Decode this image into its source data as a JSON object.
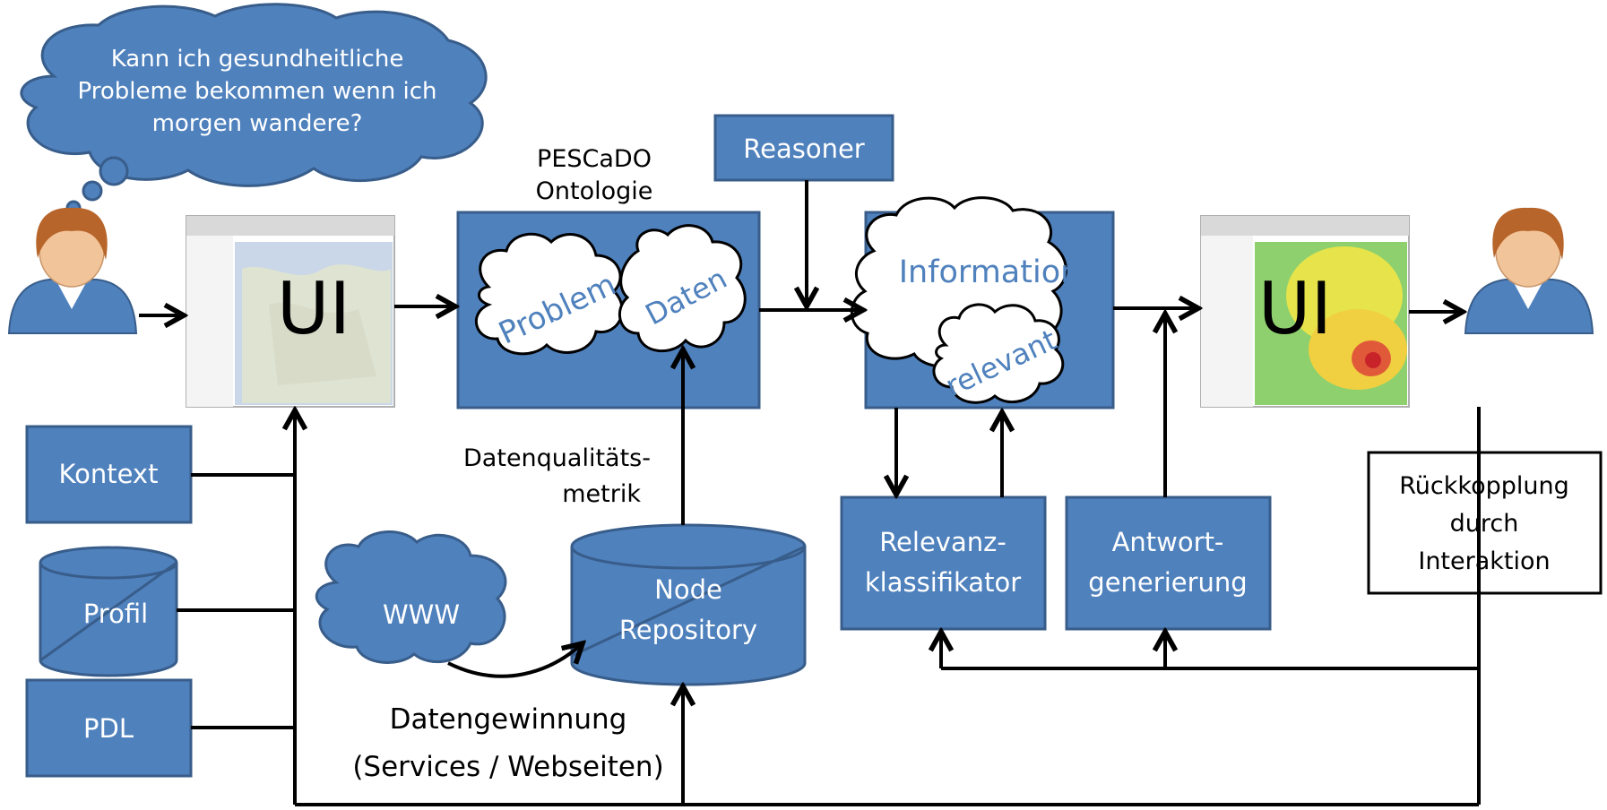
{
  "thought": {
    "line1": "Kann ich gesundheitliche",
    "line2": "Probleme bekommen wenn ich",
    "line3": "morgen wandere?"
  },
  "ontology_label": {
    "line1": "PESCaDO",
    "line2": "Ontologie"
  },
  "reasoner": "Reasoner",
  "ui_left": "UI",
  "ui_right": "UI",
  "problem": "Problem",
  "daten": "Daten",
  "information": "Information",
  "relevant": "relevant",
  "kontext": "Kontext",
  "profil": "Profil",
  "pdl": "PDL",
  "quality": {
    "line1": "Datenqualitäts-",
    "line2": "metrik"
  },
  "www": "WWW",
  "node_repo": {
    "line1": "Node",
    "line2": "Repository"
  },
  "acquisition": {
    "line1": "Datengewinnung",
    "line2": "(Services / Webseiten)"
  },
  "relevanz": {
    "line1": "Relevanz-",
    "line2": "klassifikator"
  },
  "antwort": {
    "line1": "Antwort-",
    "line2": "generierung"
  },
  "feedback": {
    "line1": "Rückkopplung",
    "line2": "durch",
    "line3": "Interaktion"
  },
  "colors": {
    "box_fill": "#4f81bd",
    "box_stroke": "#385d8a",
    "text_blue": "#4f81bd"
  }
}
